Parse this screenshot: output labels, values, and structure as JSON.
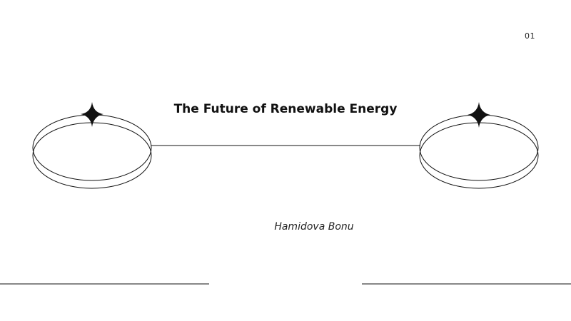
{
  "slide": {
    "page_number": "01",
    "title": "The Future of Renewable Energy",
    "author": "Hamidova Bonu"
  },
  "icons": {
    "left": "sparkle-star-icon",
    "right": "sparkle-star-icon"
  },
  "colors": {
    "background": "#ffffff",
    "ink": "#111111"
  }
}
